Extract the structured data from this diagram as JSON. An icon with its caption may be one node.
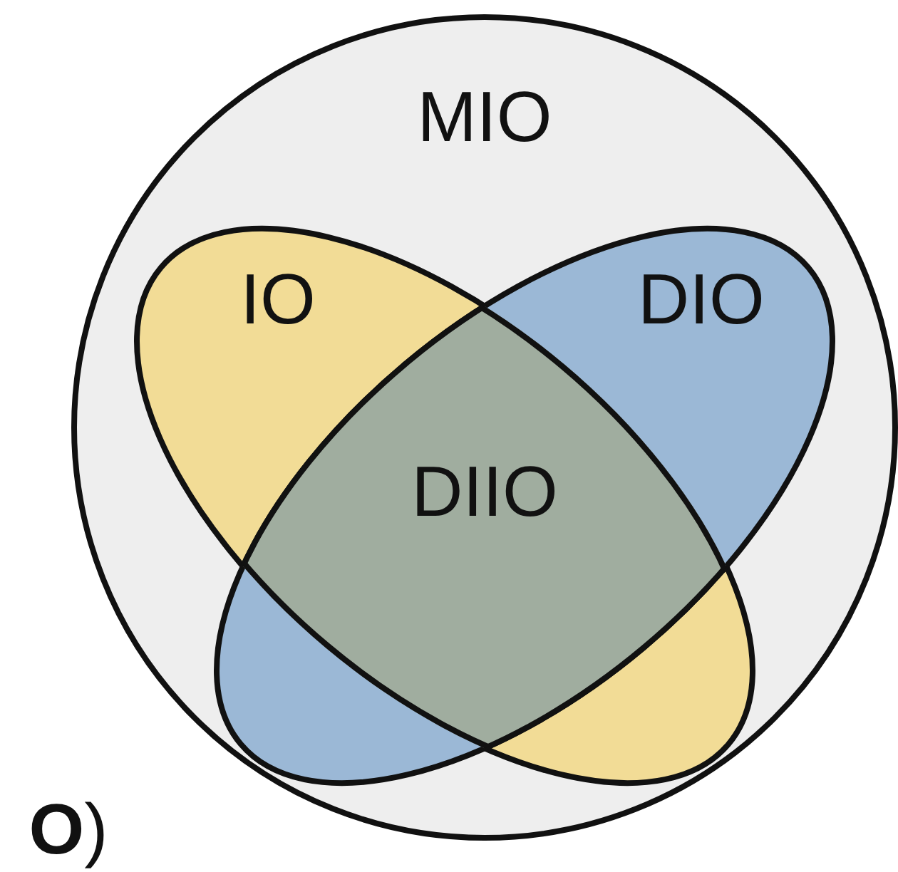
{
  "diagram": {
    "nodes": [
      {
        "text": [
          "MIO"
        ]
      },
      {
        "text": [
          "IO"
        ],
        "in": 0
      },
      {
        "text": [
          "DIO"
        ],
        "in": 0
      }
    ],
    "edges": [],
    "labels": [
      "DIIO",
      "**O**)"
    ]
  }
}
